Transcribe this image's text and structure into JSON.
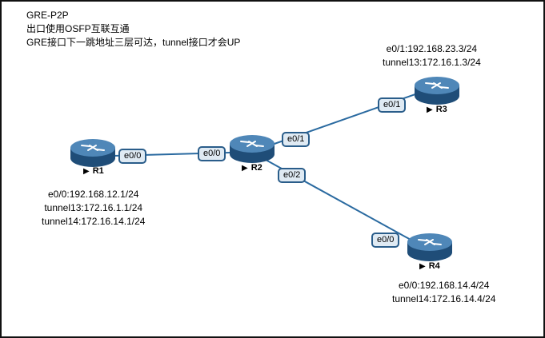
{
  "notes": [
    "GRE-P2P",
    "出口使用OSFP互联互通",
    "GRE接口下一跳地址三层可达，tunnel接口才会UP"
  ],
  "routers": {
    "r1": {
      "name": "R1",
      "info": [
        "e0/0:192.168.12.1/24",
        "tunnel13:172.16.1.1/24",
        "tunnel14:172.16.14.1/24"
      ]
    },
    "r2": {
      "name": "R2"
    },
    "r3": {
      "name": "R3",
      "info": [
        "e0/1:192.168.23.3/24",
        "tunnel13:172.16.1.3/24"
      ]
    },
    "r4": {
      "name": "R4",
      "info": [
        "e0/0:192.168.14.4/24",
        "tunnel14:172.16.14.4/24"
      ]
    }
  },
  "ports": {
    "r1_e00": "e0/0",
    "r2_e00": "e0/0",
    "r2_e01": "e0/1",
    "r2_e02": "e0/2",
    "r3_e01": "e0/1",
    "r4_e00": "e0/0"
  },
  "colors": {
    "link": "#2a6aa0",
    "router_body": "#1f4d78",
    "router_top": "#4f87b8",
    "port_border": "#2a5d8a",
    "port_fill": "#dfeaf3"
  }
}
